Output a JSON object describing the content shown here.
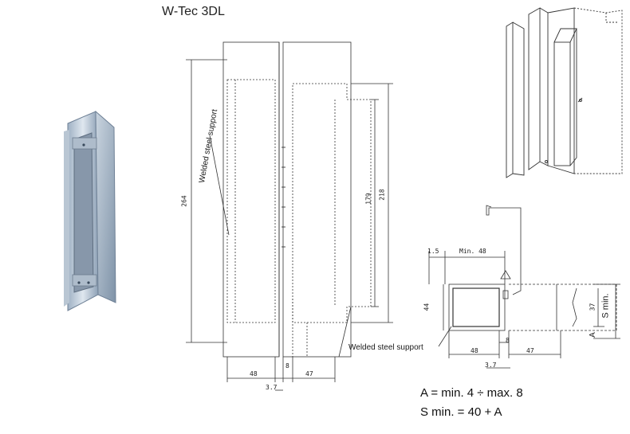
{
  "title": "W-Tec 3DL",
  "front_view": {
    "support_label": "Welded steel support",
    "dim_height": "264",
    "dim_inner": "179",
    "dim_outer": "218",
    "dim_bottom_48": "48",
    "dim_bottom_8": "8",
    "dim_bottom_47": "47",
    "dim_bottom_3_7": "3.7"
  },
  "section_view": {
    "support_label": "Welded steel support",
    "dim_1_5": "1.5",
    "dim_min_48": "Min. 48",
    "dim_44": "44",
    "dim_37": "37",
    "dim_s_min": "S min.",
    "dim_a": "A",
    "dim_48": "48",
    "dim_8": "8",
    "dim_47": "47",
    "dim_3_7": "3.7"
  },
  "formulas": {
    "a_range": "A = min. 4 ÷ max. 8",
    "s_min": "S min. = 40 + A"
  }
}
